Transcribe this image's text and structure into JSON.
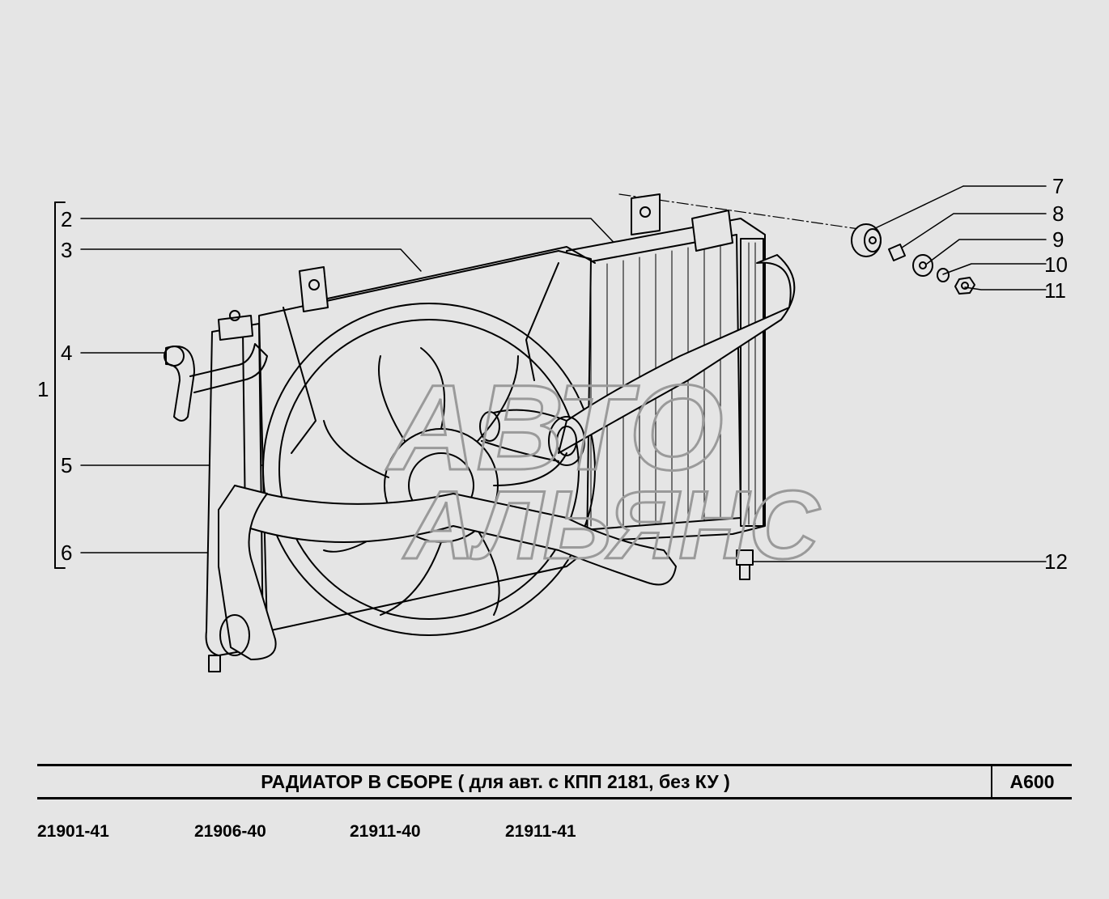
{
  "diagram": {
    "callouts": [
      "1",
      "2",
      "3",
      "4",
      "5",
      "6",
      "7",
      "8",
      "9",
      "10",
      "11",
      "12"
    ],
    "watermark": [
      "АВТО",
      "АЛЬЯНС"
    ]
  },
  "title_block": {
    "title": "РАДИАТОР  В  СБОРЕ  ( для авт. с КПП 2181, без КУ )",
    "code": "A600"
  },
  "models": [
    "21901-41",
    "21906-40",
    "21911-40",
    "21911-41"
  ],
  "colors": {
    "background": "#e5e5e5",
    "line": "#000000",
    "watermark": "#9a9a9a"
  }
}
